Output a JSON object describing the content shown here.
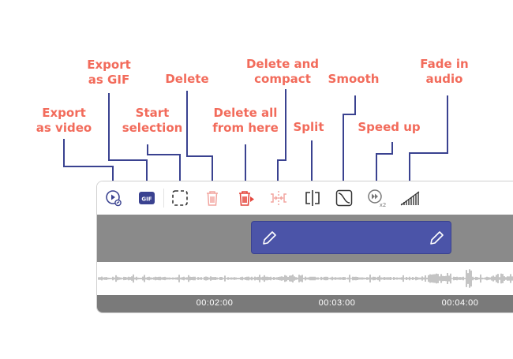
{
  "callouts": {
    "export_video": "Export\nas video",
    "export_gif": "Export\nas GIF",
    "start_selection": "Start\nselection",
    "delete": "Delete",
    "delete_all": "Delete all\nfrom here",
    "delete_compact": "Delete and\ncompact",
    "split": "Split",
    "smooth": "Smooth",
    "speed_up": "Speed up",
    "fade_in": "Fade in\naudio"
  },
  "toolbar": {
    "gif_label": "GIF",
    "speed_badge": "x2",
    "icons": [
      "export-video-icon",
      "export-gif-icon",
      "start-selection-icon",
      "delete-icon",
      "delete-all-icon",
      "delete-compact-icon",
      "split-icon",
      "smooth-icon",
      "speed-up-icon",
      "fade-in-icon"
    ]
  },
  "timeline": {
    "ticks": [
      "00:02:00",
      "00:03:00",
      "00:04:00"
    ]
  },
  "colors": {
    "callout": "#f26b5b",
    "leader": "#3a4290",
    "selection": "#4b54a8",
    "track": "#8a8a8a",
    "ruler": "#7a7a7a",
    "delete_active": "#e4473d",
    "delete_disabled": "#f2a6a0"
  }
}
